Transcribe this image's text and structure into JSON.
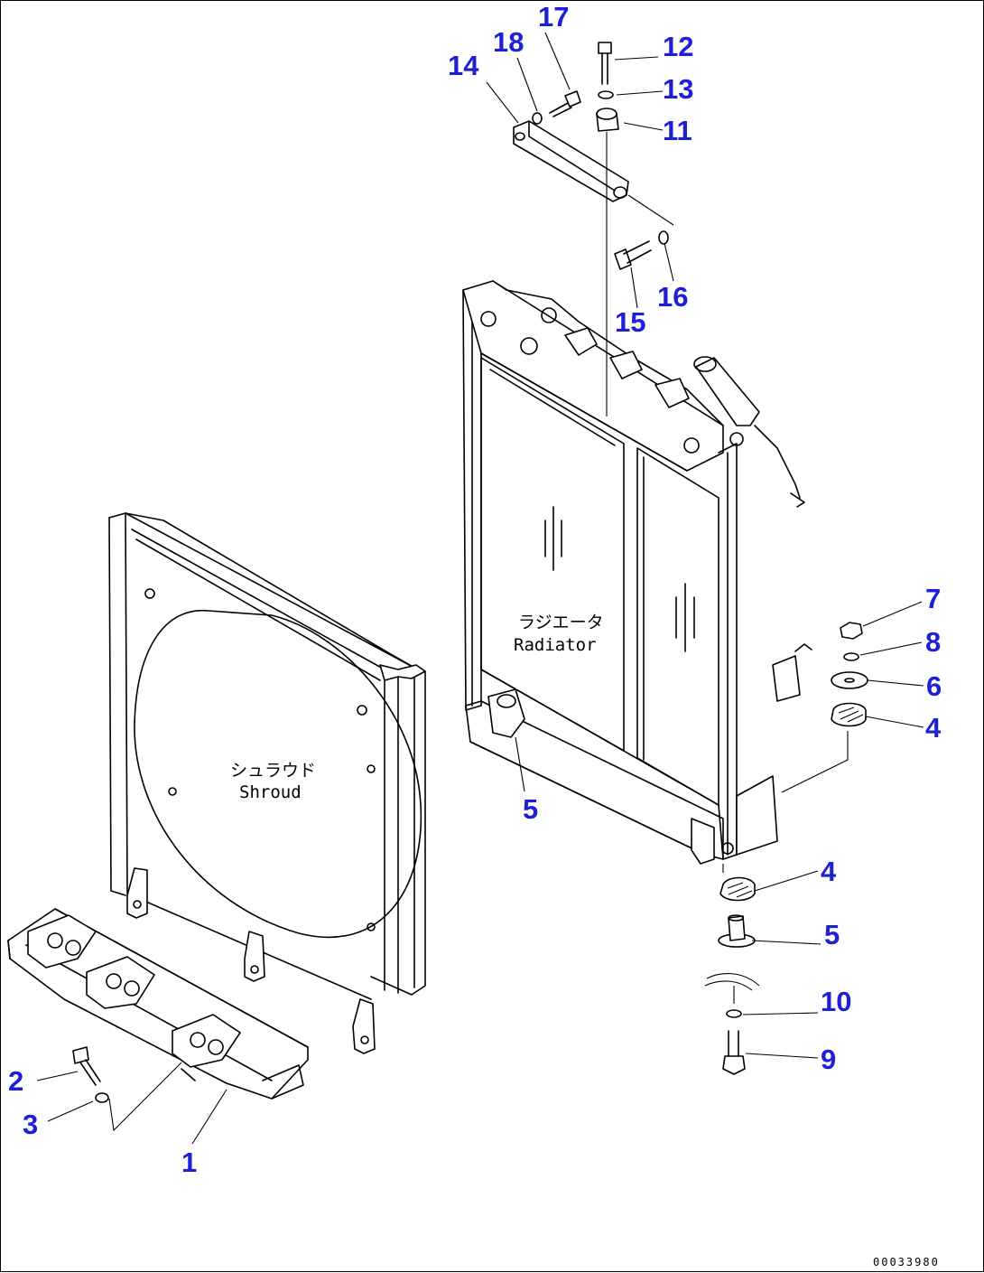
{
  "drawing": {
    "shroud_label_jp": "シュラウド",
    "shroud_label_en": "Shroud",
    "radiator_label_jp": "ラジエータ",
    "radiator_label_en": "Radiator",
    "document_number": "00033980"
  },
  "callouts": {
    "c1": "1",
    "c2": "2",
    "c3": "3",
    "c4a": "4",
    "c4b": "4",
    "c5a": "5",
    "c5b": "5",
    "c6": "6",
    "c7": "7",
    "c8": "8",
    "c9": "9",
    "c10": "10",
    "c11": "11",
    "c12": "12",
    "c13": "13",
    "c14": "14",
    "c15": "15",
    "c16": "16",
    "c17": "17",
    "c18": "18"
  },
  "colors": {
    "callout": "#1f1fd6",
    "line": "#000000"
  }
}
